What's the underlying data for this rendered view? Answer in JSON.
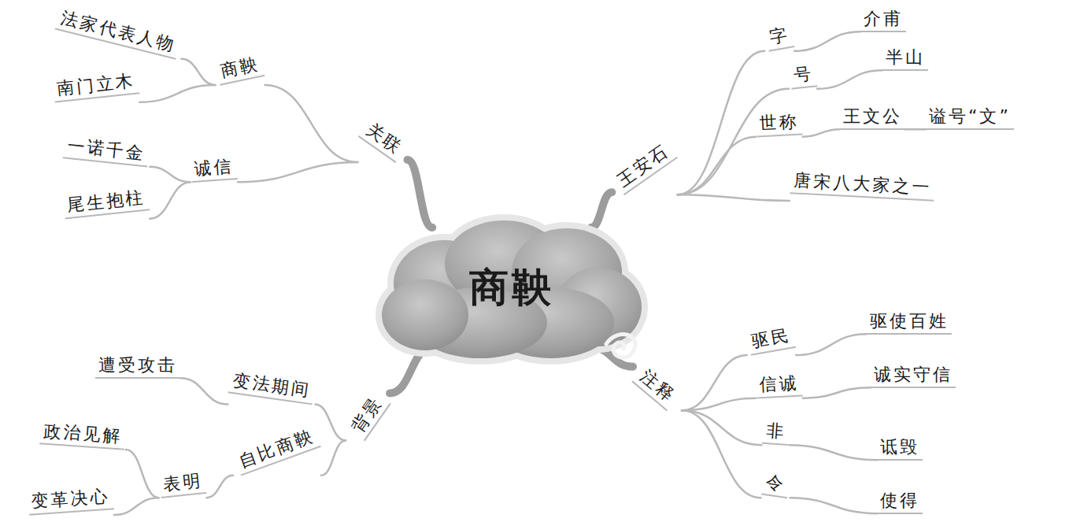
{
  "diagram": {
    "nodes": [
      {
        "text": [
          "商鞅"
        ]
      },
      {
        "text": [
          "关联"
        ]
      },
      {
        "text": [
          "商鞅"
        ]
      },
      {
        "text": [
          "法家代表人物"
        ]
      },
      {
        "text": [
          "南门立木"
        ]
      },
      {
        "text": [
          "诚信"
        ]
      },
      {
        "text": [
          "一诺千金"
        ]
      },
      {
        "text": [
          "尾生抱柱"
        ]
      },
      {
        "text": [
          "王安石"
        ]
      },
      {
        "text": [
          "字"
        ]
      },
      {
        "text": [
          "介甫"
        ]
      },
      {
        "text": [
          "号"
        ]
      },
      {
        "text": [
          "半山"
        ]
      },
      {
        "text": [
          "世称"
        ]
      },
      {
        "text": [
          "王文公"
        ]
      },
      {
        "text": [
          "谥号“文”"
        ]
      },
      {
        "text": [
          "唐宋八大家之一"
        ]
      },
      {
        "text": [
          "背景"
        ]
      },
      {
        "text": [
          "变法期间"
        ]
      },
      {
        "text": [
          "遭受攻击"
        ]
      },
      {
        "text": [
          "自比商鞅"
        ]
      },
      {
        "text": [
          "表明"
        ]
      },
      {
        "text": [
          "政治见解"
        ]
      },
      {
        "text": [
          "变革决心"
        ]
      },
      {
        "text": [
          "注释"
        ]
      },
      {
        "text": [
          "驱民"
        ]
      },
      {
        "text": [
          "驱使百姓"
        ]
      },
      {
        "text": [
          "信诚"
        ]
      },
      {
        "text": [
          "诚实守信"
        ]
      },
      {
        "text": [
          "非"
        ]
      },
      {
        "text": [
          "诋毁"
        ]
      },
      {
        "text": [
          "令"
        ]
      },
      {
        "text": [
          "使得"
        ]
      }
    ],
    "edges": [
      {
        "from": 0,
        "to": 1,
        "arrow": "none"
      },
      {
        "from": 1,
        "to": 2,
        "arrow": "none"
      },
      {
        "from": 2,
        "to": 3,
        "arrow": "none"
      },
      {
        "from": 2,
        "to": 4,
        "arrow": "none"
      },
      {
        "from": 1,
        "to": 5,
        "arrow": "none"
      },
      {
        "from": 5,
        "to": 6,
        "arrow": "none"
      },
      {
        "from": 5,
        "to": 7,
        "arrow": "none"
      },
      {
        "from": 0,
        "to": 8,
        "arrow": "none"
      },
      {
        "from": 8,
        "to": 9,
        "arrow": "none"
      },
      {
        "from": 9,
        "to": 10,
        "arrow": "none"
      },
      {
        "from": 8,
        "to": 11,
        "arrow": "none"
      },
      {
        "from": 11,
        "to": 12,
        "arrow": "none"
      },
      {
        "from": 8,
        "to": 13,
        "arrow": "none"
      },
      {
        "from": 13,
        "to": 14,
        "arrow": "none"
      },
      {
        "from": 14,
        "to": 15,
        "arrow": "none"
      },
      {
        "from": 8,
        "to": 16,
        "arrow": "none"
      },
      {
        "from": 0,
        "to": 17,
        "arrow": "none"
      },
      {
        "from": 17,
        "to": 18,
        "arrow": "none"
      },
      {
        "from": 18,
        "to": 19,
        "arrow": "none"
      },
      {
        "from": 17,
        "to": 20,
        "arrow": "none"
      },
      {
        "from": 20,
        "to": 21,
        "arrow": "none"
      },
      {
        "from": 21,
        "to": 22,
        "arrow": "none"
      },
      {
        "from": 21,
        "to": 23,
        "arrow": "none"
      },
      {
        "from": 0,
        "to": 24,
        "arrow": "none"
      },
      {
        "from": 24,
        "to": 25,
        "arrow": "none"
      },
      {
        "from": 25,
        "to": 26,
        "arrow": "none"
      },
      {
        "from": 24,
        "to": 27,
        "arrow": "none"
      },
      {
        "from": 27,
        "to": 28,
        "arrow": "none"
      },
      {
        "from": 24,
        "to": 29,
        "arrow": "none"
      },
      {
        "from": 29,
        "to": 30,
        "arrow": "none"
      },
      {
        "from": 24,
        "to": 31,
        "arrow": "none"
      },
      {
        "from": 31,
        "to": 32,
        "arrow": "none"
      }
    ]
  }
}
